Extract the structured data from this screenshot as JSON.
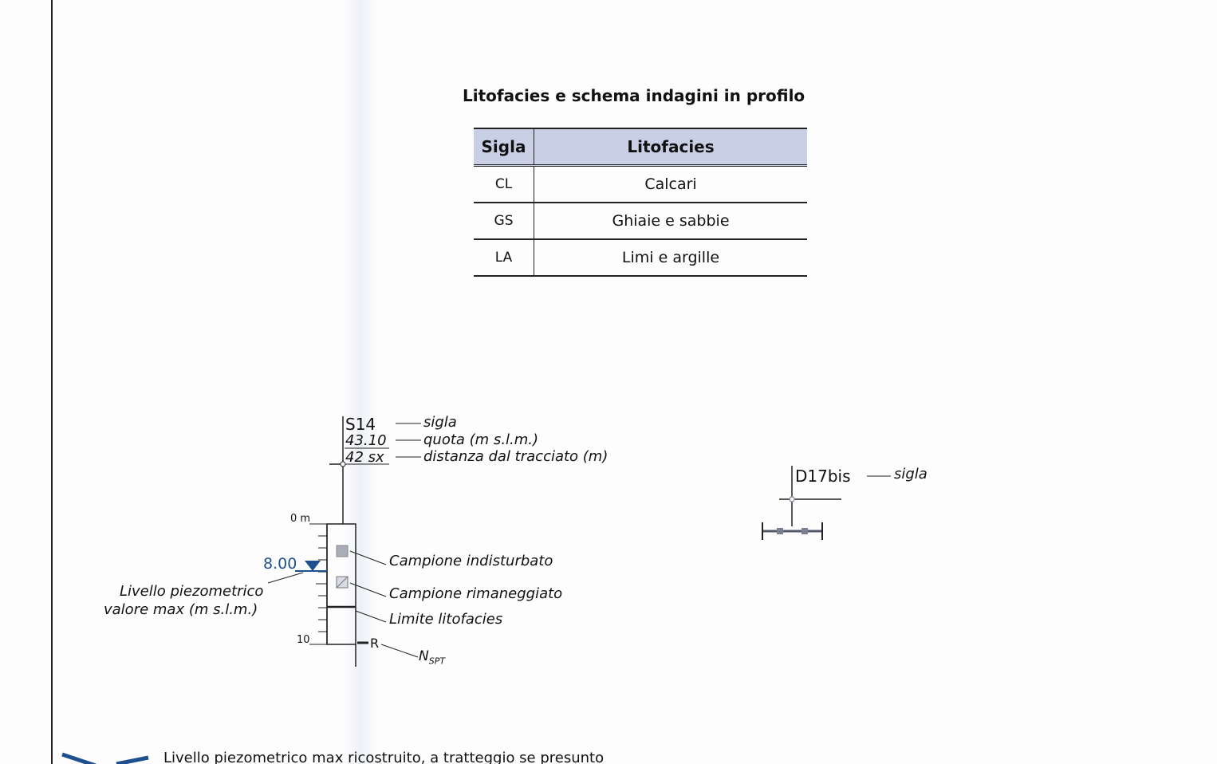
{
  "table": {
    "title": "Litofacies e schema indagini in profilo",
    "headers": {
      "sigla": "Sigla",
      "litofacies": "Litofacies"
    },
    "rows": [
      {
        "sigla": "CL",
        "litofacies": "Calcari"
      },
      {
        "sigla": "GS",
        "litofacies": "Ghiaie e sabbie"
      },
      {
        "sigla": "LA",
        "litofacies": "Limi e argille"
      }
    ]
  },
  "borehole": {
    "id": "S14",
    "elevation": "43.10",
    "distance": "42 sx",
    "label_sigla": "sigla",
    "label_quota": "quota (m s.l.m.)",
    "label_distanza": "distanza dal tracciato (m)",
    "depth_top": "0 m",
    "depth_bottom": "10",
    "water_level": "8.00",
    "water_level_label_1": "Livello piezometrico",
    "water_level_label_2": "valore max (m s.l.m.)",
    "sample_undisturbed": "Campione indisturbato",
    "sample_remoulded": "Campione rimaneggiato",
    "facies_limit": "Limite litofacies",
    "spt_value": "R",
    "spt_label": "N",
    "spt_subscript": "SPT"
  },
  "section": {
    "id": "D17bis",
    "label_sigla": "sigla"
  },
  "footer": {
    "text": "Livello piezometrico max ricostruito, a tratteggio se presunto"
  },
  "colors": {
    "water_blue": "#1e4f8f",
    "header_fill": "#c9d0e6"
  }
}
